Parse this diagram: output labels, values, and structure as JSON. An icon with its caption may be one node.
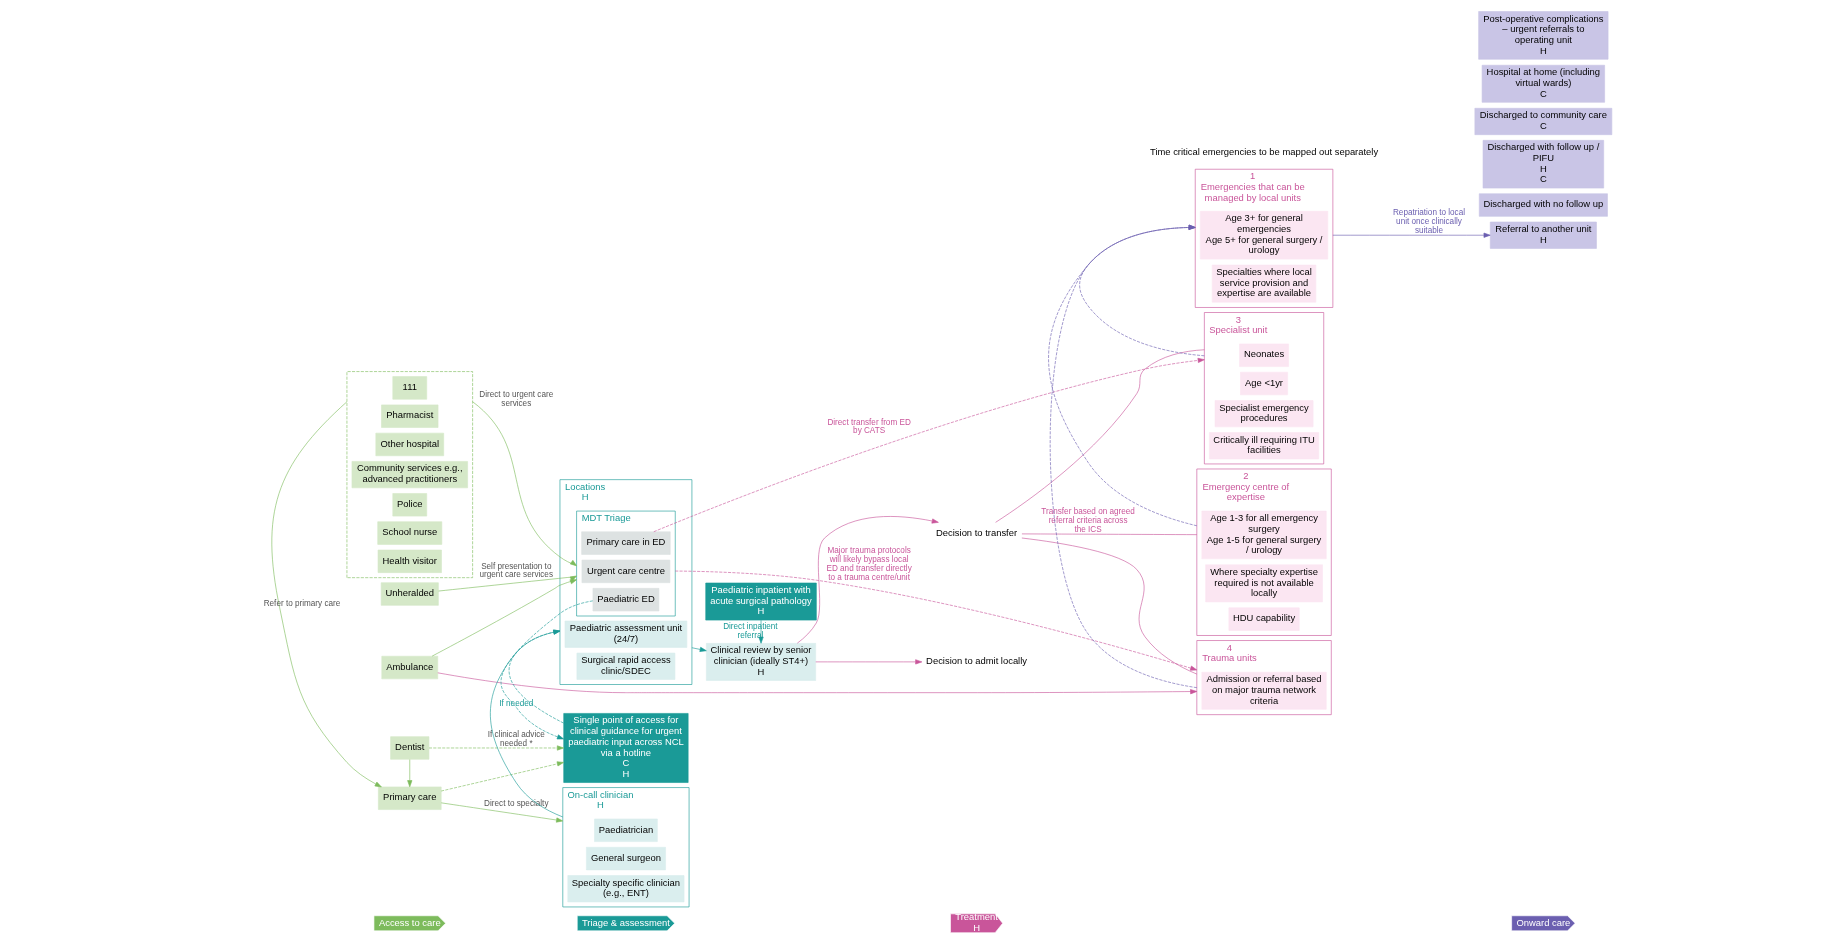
{
  "diagram": {
    "nodes": [
      {
        "text": [
          "Access to care"
        ]
      },
      {
        "text": [
          "Triage & assessment"
        ]
      },
      {
        "text": [
          "Treatment",
          "H"
        ]
      },
      {
        "text": [
          "Onward care"
        ]
      },
      {
        "text": [
          "Dentist"
        ]
      },
      {
        "text": [
          "Primary care"
        ]
      },
      {
        "text": [],
        "shape": "box"
      },
      {
        "text": [
          "111"
        ],
        "in": 6
      },
      {
        "text": [
          "Pharmacist"
        ],
        "in": 6
      },
      {
        "text": [
          "Other hospital"
        ],
        "in": 6
      },
      {
        "text": [
          "Community services e.g., advanced practitioners"
        ],
        "in": 6
      },
      {
        "text": [
          "Police"
        ],
        "in": 6
      },
      {
        "text": [
          "School nurse"
        ],
        "in": 6
      },
      {
        "text": [
          "Health visitor"
        ],
        "in": 6
      },
      {
        "text": [
          "Unheralded"
        ]
      },
      {
        "text": [
          "Ambulance"
        ]
      },
      {
        "text": [
          "Single point of access for clinical guidance for urgent paediatric input across NCL via a hotline",
          "C",
          "H"
        ]
      },
      {
        "text": [
          "On-call clinician",
          "H"
        ]
      },
      {
        "text": [
          "Paediatrician"
        ],
        "in": 17
      },
      {
        "text": [
          "General surgeon"
        ],
        "in": 17
      },
      {
        "text": [
          "Specialty specific clinician (e.g., ENT)"
        ],
        "in": 17
      },
      {
        "text": [
          "Locations",
          "H"
        ]
      },
      {
        "text": [
          "Paediatric assessment unit (24/7)"
        ],
        "in": 21
      },
      {
        "text": [
          "Surgical rapid access clinic/SDEC"
        ],
        "in": 21
      },
      {
        "text": [
          "MDT Triage"
        ],
        "in": 21
      },
      {
        "text": [
          "Urgent care centre"
        ],
        "in": 24
      },
      {
        "text": [
          "Paediatric ED"
        ],
        "in": 24
      },
      {
        "text": [
          "Primary care in ED"
        ],
        "in": 24
      },
      {
        "text": [
          "Paediatric inpatient with acute surgical pathology",
          "H"
        ]
      },
      {
        "text": [
          "Clinical review by senior clinician (ideally ST4+)",
          "H"
        ]
      },
      {
        "text": [
          "Decision to admit locally"
        ]
      },
      {
        "text": [
          "Decision to transfer"
        ]
      },
      {
        "text": [
          "1",
          "Emergencies that can be managed by local units"
        ]
      },
      {
        "text": [
          "Age 3+ for general emergencies",
          "Age 5+ for general surgery / urology"
        ],
        "in": 32
      },
      {
        "text": [
          "Specialties where local service provision and expertise are available"
        ],
        "in": 32
      },
      {
        "text": [
          "2",
          "Emergency centre of expertise"
        ]
      },
      {
        "text": [
          "Age 1-3 for all emergency surgery",
          "Age 1-5 for general surgery / urology"
        ],
        "in": 35
      },
      {
        "text": [
          "Where specialty expertise required is not available locally"
        ],
        "in": 35
      },
      {
        "text": [
          "HDU capability"
        ],
        "in": 35
      },
      {
        "text": [
          "3",
          "Specialist unit"
        ]
      },
      {
        "text": [
          "Neonates"
        ],
        "in": 39
      },
      {
        "text": [
          "Age <1yr"
        ],
        "in": 39
      },
      {
        "text": [
          "Specialist emergency procedures"
        ],
        "in": 39
      },
      {
        "text": [
          "Critically ill requiring ITU facilities"
        ],
        "in": 39
      },
      {
        "text": [
          "4",
          "Trauma units"
        ]
      },
      {
        "text": [
          "Admission or referral based on major trauma network criteria"
        ],
        "in": 44
      },
      {
        "text": [
          "Referral to another unit",
          "H"
        ]
      },
      {
        "text": [
          "Discharged with no follow up"
        ]
      },
      {
        "text": [
          "Discharged with follow up / PIFU",
          "H",
          "C"
        ]
      },
      {
        "text": [
          "Discharged to community care",
          "C"
        ]
      },
      {
        "text": [
          "Hospital at home (including virtual wards)",
          "C"
        ]
      },
      {
        "text": [
          "Post-operative complications – urgent referrals to operating unit",
          "H"
        ]
      }
    ],
    "edges": [
      {
        "from": 4,
        "to": 16,
        "arrow": "to",
        "style": "dashed",
        "label": "If clinical advice needed *"
      },
      {
        "from": 5,
        "to": 16,
        "arrow": "to",
        "style": "dashed"
      },
      {
        "from": 4,
        "to": 5,
        "arrow": "to"
      },
      {
        "from": 5,
        "to": 17,
        "arrow": "to",
        "label": "Direct to specialty"
      },
      {
        "from": 6,
        "to": 5,
        "arrow": "to",
        "label": "Refer to primary care"
      },
      {
        "from": 6,
        "to": 24,
        "arrow": "to",
        "label": "Direct to urgent care services"
      },
      {
        "from": 14,
        "to": 24,
        "arrow": "to",
        "label": "Self presentation to urgent care services"
      },
      {
        "from": 15,
        "to": 24,
        "arrow": "to"
      },
      {
        "from": 15,
        "to": 44,
        "arrow": "to",
        "color": "#c9559a"
      },
      {
        "from": 16,
        "to": 21,
        "arrow": "to",
        "style": "dashed",
        "color": "#1a9a97"
      },
      {
        "from": 26,
        "to": 16,
        "arrow": "to",
        "style": "dashed",
        "color": "#1a9a97",
        "label": "If needed"
      },
      {
        "from": 17,
        "to": 21,
        "arrow": "to",
        "color": "#1a9a97"
      },
      {
        "from": 28,
        "to": 29,
        "arrow": "to",
        "color": "#1a9a97",
        "label": "Direct inpatient referral"
      },
      {
        "from": 21,
        "to": 29,
        "arrow": "to",
        "color": "#1a9a97"
      },
      {
        "from": 29,
        "to": 30,
        "arrow": "to",
        "color": "#c9559a"
      },
      {
        "from": 29,
        "to": 31,
        "arrow": "to",
        "color": "#c9559a"
      },
      {
        "from": 31,
        "to": 35,
        "arrow": "none",
        "color": "#c9559a",
        "label": "Transfer based on agreed referral criteria across the ICS"
      },
      {
        "from": 31,
        "to": 39,
        "arrow": "none",
        "color": "#c9559a"
      },
      {
        "from": 31,
        "to": 44,
        "arrow": "none",
        "color": "#c9559a"
      },
      {
        "from": 27,
        "to": 39,
        "arrow": "to",
        "style": "dashed",
        "color": "#c9559a",
        "label": "Direct transfer from ED by CATS"
      },
      {
        "from": 24,
        "to": 44,
        "arrow": "to",
        "style": "dashed",
        "color": "#c9559a",
        "label": "Major trauma protocols will likely bypass local ED and transfer directly to a trauma centre/unit"
      },
      {
        "from": 35,
        "to": 32,
        "arrow": "to",
        "style": "dashed",
        "color": "#6b5fb0"
      },
      {
        "from": 39,
        "to": 32,
        "arrow": "to",
        "style": "dashed",
        "color": "#6b5fb0"
      },
      {
        "from": 44,
        "to": 32,
        "arrow": "to",
        "style": "dashed",
        "color": "#6b5fb0"
      },
      {
        "from": 32,
        "to": 46,
        "arrow": "to",
        "color": "#6b5fb0",
        "label": "Repatriation to local unit once clinically suitable"
      }
    ],
    "labels": [
      "Time critical emergencies to be mapped out separately"
    ]
  }
}
